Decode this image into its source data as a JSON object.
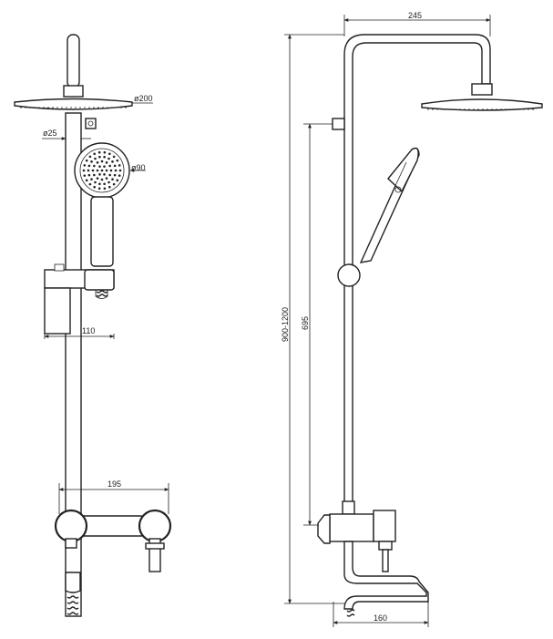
{
  "dimensions": {
    "head_diameter": "ø200",
    "rail_diameter": "ø25",
    "hand_diameter": "ø90",
    "holder_width": "110",
    "mixer_width": "195",
    "arm_length": "245",
    "height_range": "900-1200",
    "slide_length": "695",
    "spout_length": "160"
  },
  "colors": {
    "line": "#222222",
    "background": "#ffffff"
  }
}
